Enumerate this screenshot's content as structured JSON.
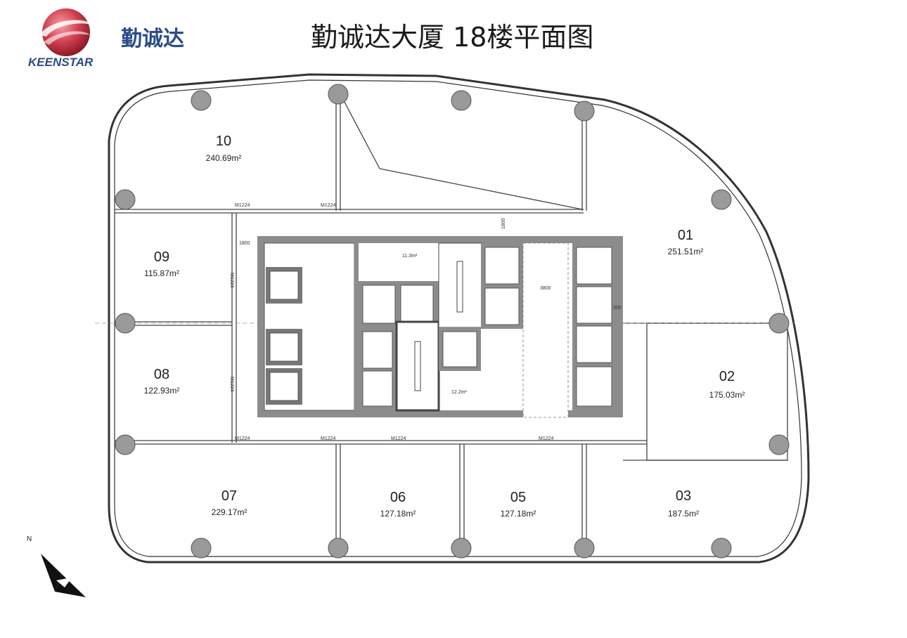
{
  "header": {
    "brand_cn": "勤诚达",
    "brand_en": "KEENSTAR",
    "title": "勤诚达大厦 18楼平面图"
  },
  "units": [
    {
      "no": "10",
      "area": "240.69m²"
    },
    {
      "no": "01",
      "area": "251.51m²"
    },
    {
      "no": "09",
      "area": "115.87m²"
    },
    {
      "no": "08",
      "area": "122.93m²"
    },
    {
      "no": "02",
      "area": "175.03m²"
    },
    {
      "no": "07",
      "area": "229.17m²"
    },
    {
      "no": "06",
      "area": "127.18m²"
    },
    {
      "no": "05",
      "area": "127.18m²"
    },
    {
      "no": "03",
      "area": "187.5m²"
    }
  ],
  "door_labels": [
    "M1224",
    "M1224",
    "M1224",
    "M1224",
    "M1224",
    "M1224",
    "M1224",
    "M1224"
  ],
  "dimension_labels": {
    "d1800_left": "1800",
    "d1800_top": "1800",
    "d3800": "3800",
    "d300": "300",
    "area_11": "11.3m²",
    "area_12": "12.2m²"
  },
  "compass": {
    "label": "N"
  },
  "colors": {
    "brand_blue": "#2b4b8c",
    "brand_red": "#c8283c",
    "core_wall": "#8c8c8c",
    "column": "#9a9a9a"
  }
}
